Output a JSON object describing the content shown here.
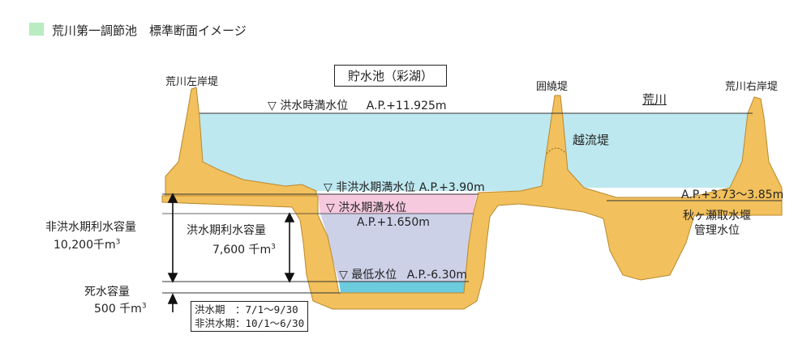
{
  "legend": {
    "color": "#b9ecc1",
    "title": "荒川第一調節池　標準断面イメージ"
  },
  "diagram": {
    "reservoir_box": "貯水池（彩湖）",
    "left_levee": "荒川左岸堤",
    "right_levee": "荒川右岸堤",
    "middle_levee": "囲繞堤",
    "overflow_levee": "越流堤",
    "river": "荒川",
    "levels": {
      "flood_full": {
        "symbol": "▽",
        "label": "洪水時満水位",
        "value": "A.P.+11.925m"
      },
      "nonflood_full": {
        "symbol": "▽",
        "label": "非洪水期満水位",
        "value": "A.P.+3.90m"
      },
      "flood_season_full": {
        "symbol": "▽",
        "label": "洪水期満水位",
        "value": "A.P.+1.650m"
      },
      "lowest": {
        "symbol": "▽",
        "label": "最低水位",
        "value": "A.P.-6.30m"
      },
      "river_level": {
        "value": "A.P.+3.73～3.85m",
        "label_line1": "秋ヶ瀬取水堰",
        "label_line2": "管理水位"
      }
    },
    "capacities": {
      "nonflood_use": {
        "label": "非洪水期利水容量",
        "value": "10,200千m",
        "sup": "3"
      },
      "flood_use": {
        "label": "洪水期利水容量",
        "value": "7,600 千m",
        "sup": "3"
      },
      "dead": {
        "label": "死水容量",
        "value": "500 千m",
        "sup": "3"
      }
    },
    "seasons": {
      "flood": "洪水期　：7/1～9/30",
      "nonflood": "非洪水期：10/1～6/30"
    },
    "colors": {
      "earth": "#f2c05c",
      "earth_stroke": "#b9892e",
      "flood_water": "#bde8ef",
      "nonflood_band": "#f6c9df",
      "storage": "#cdd1e8",
      "dead_water": "#6ccbdc",
      "legend": "#b9ecc1"
    }
  }
}
